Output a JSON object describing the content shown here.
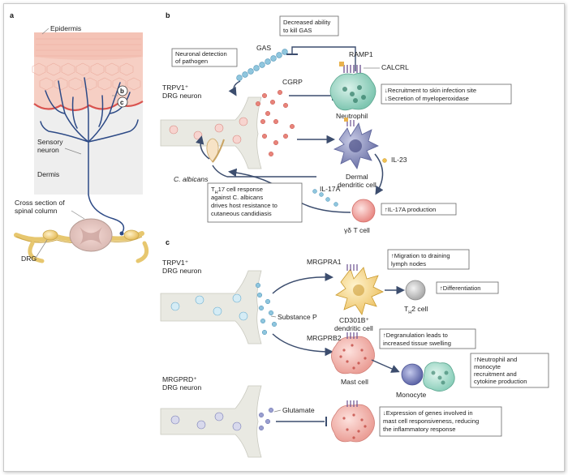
{
  "panels": {
    "a": "a",
    "b": "b",
    "c": "c"
  },
  "panel_a": {
    "epidermis": "Epidermis",
    "marker_b": "b",
    "marker_c": "c",
    "sensory_neuron": [
      "Sensory",
      "neuron"
    ],
    "dermis": "Dermis",
    "cross_section": [
      "Cross section of",
      "spinal column"
    ],
    "drg": "DRG"
  },
  "panel_b": {
    "decreased_box": [
      "Decreased ability",
      "to kill GAS"
    ],
    "gas": "GAS",
    "neuronal_box": [
      "Neuronal detection",
      "of pathogen"
    ],
    "ramp1": "RAMP1",
    "calcrl": "CALCRL",
    "trpv1": [
      "TRPV1⁺",
      "DRG neuron"
    ],
    "cgrp": "CGRP",
    "neutrophil": "Neutrophil",
    "neutrophil_box": [
      "↓Recruitment to skin infection site",
      "↓Secretion of myeloperoxidase"
    ],
    "dermal_dc": [
      "Dermal",
      "dendritic cell"
    ],
    "il23": "IL-23",
    "c_albicans": "C. albicans",
    "th17_box": [
      "T",
      "H",
      "17 cell response",
      "against C. albicans",
      "drives host resistance to",
      "cutaneous candidiasis"
    ],
    "il17a": "IL-17A",
    "il17a_box": "↑IL-17A production",
    "gd_t": "γδ T cell"
  },
  "panel_c": {
    "trpv1": [
      "TRPV1⁺",
      "DRG neuron"
    ],
    "mrgpra1": "MRGPRA1",
    "migration_box": [
      "↑Migration to draining",
      "lymph nodes"
    ],
    "diff_box": "↑Differentiation",
    "cd301b": [
      "CD301B⁺",
      "dendritic cell"
    ],
    "th2": [
      "T",
      "H",
      "2 cell"
    ],
    "substance_p": "Substance P",
    "mrgprb2": "MRGPRB2",
    "degran_box": [
      "↑Degranulation leads to",
      "increased tissue swelling"
    ],
    "mast_cell": "Mast cell",
    "recruit_box": [
      "↑Neutrophil and",
      "monocyte",
      "recruitment and",
      "cytokine production"
    ],
    "monocyte": "Monocyte",
    "mrgprd": [
      "MRGPRD⁺",
      "DRG neuron"
    ],
    "glutamate": "Glutamate",
    "expr_box": [
      "↓Expression of genes involved in",
      "mast cell responsiveness, reducing",
      "the inflammatory response"
    ]
  },
  "colors": {
    "skin": "#f6cfc4",
    "dermis": "#eeeeee",
    "neuron_blue": "#2d4a86",
    "neuron_body": "#e9e9e2",
    "vesicle_red": "#e8837a",
    "vesicle_blue": "#8fc6de",
    "neutrophil": "#9fd8c8",
    "dendritic": "#8e93bf",
    "gd_t": "#f1a3a0",
    "cd301b": "#f7df8e",
    "mast": "#f4b3ad",
    "th2": "#c9c9c9",
    "monocyte": "#7d86c0",
    "drg": "#f1d385"
  }
}
